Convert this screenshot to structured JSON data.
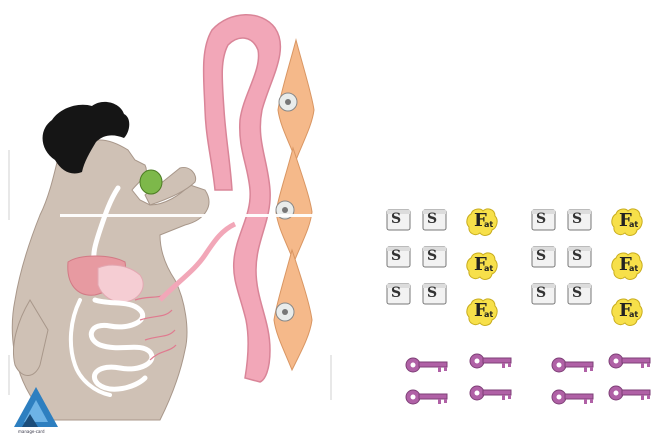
{
  "diagram": {
    "sugar_label": "S",
    "fat_label": "F",
    "fat_suffix": "at",
    "logo_caption": "manage-card",
    "colors": {
      "skin": "#cfc1b5",
      "hair": "#151515",
      "intestine": "#f2a7b8",
      "cell": "#f5b98a",
      "fat_blob": "#f7e04a",
      "key": "#b061a6",
      "apple": "#7db84a"
    },
    "groups": [
      {
        "name": "left-group",
        "sugar_cubes": 6,
        "fat_blobs": 3,
        "keys": 4
      },
      {
        "name": "right-group",
        "sugar_cubes": 6,
        "fat_blobs": 3,
        "keys": 4
      }
    ]
  }
}
